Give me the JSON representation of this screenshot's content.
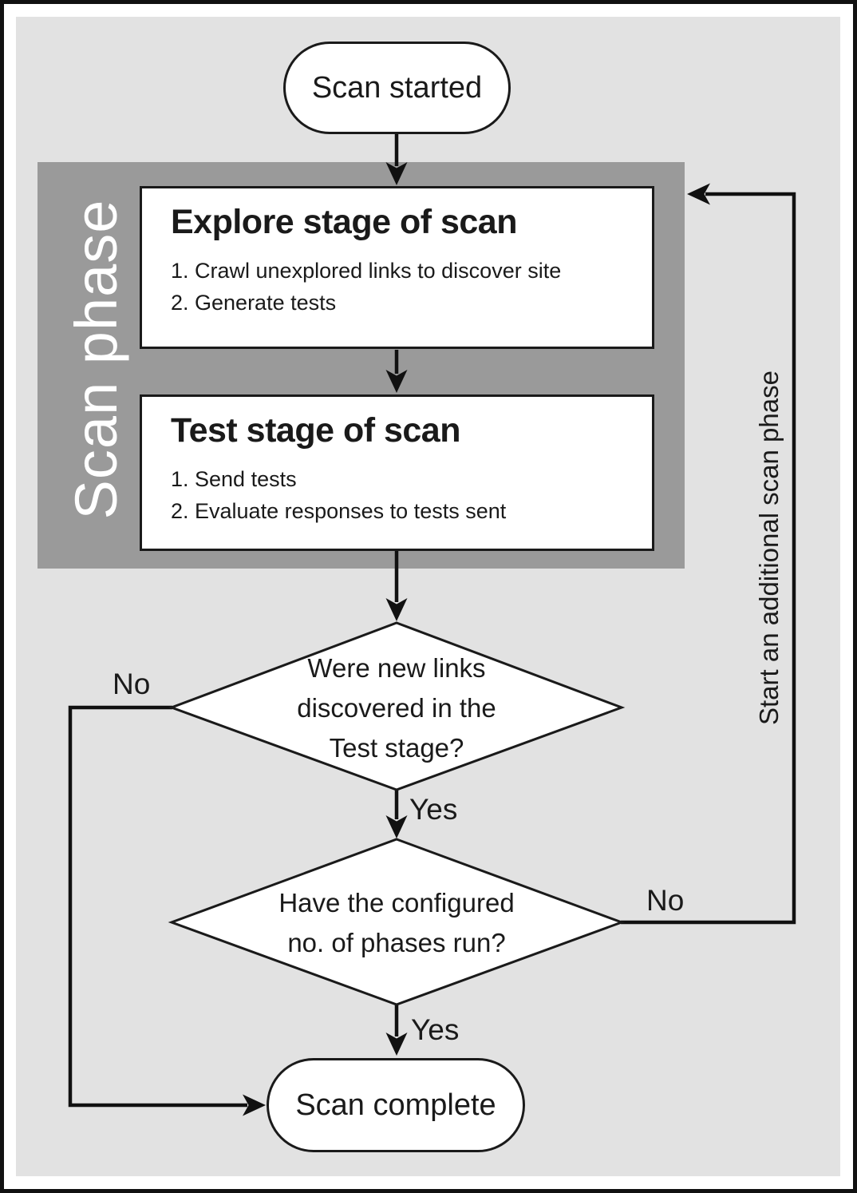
{
  "colors": {
    "panel_bg": "#e2e2e2",
    "group_bg": "#9a9a9a",
    "node_bg": "#ffffff",
    "stroke": "#1a1a1a",
    "line": "#111111",
    "group_label_text": "#ffffff"
  },
  "nodes": {
    "start": {
      "label": "Scan started"
    },
    "scan_phase_group": {
      "label": "Scan phase"
    },
    "explore_stage": {
      "title": "Explore stage of scan",
      "items": [
        "1. Crawl unexplored links to discover site",
        "2. Generate tests"
      ]
    },
    "test_stage": {
      "title": "Test stage of scan",
      "items": [
        "1. Send tests",
        "2. Evaluate responses to tests sent"
      ]
    },
    "decision_new_links": {
      "lines": [
        "Were new links",
        "discovered in the",
        "Test stage?"
      ]
    },
    "decision_phases": {
      "lines": [
        "Have the configured",
        "no. of phases run?"
      ]
    },
    "complete": {
      "label": "Scan complete"
    }
  },
  "edges": {
    "new_links_no_label": "No",
    "new_links_yes_label": "Yes",
    "phases_no_label": "No",
    "phases_yes_label": "Yes",
    "feedback_label": "Start an additional scan phase"
  }
}
